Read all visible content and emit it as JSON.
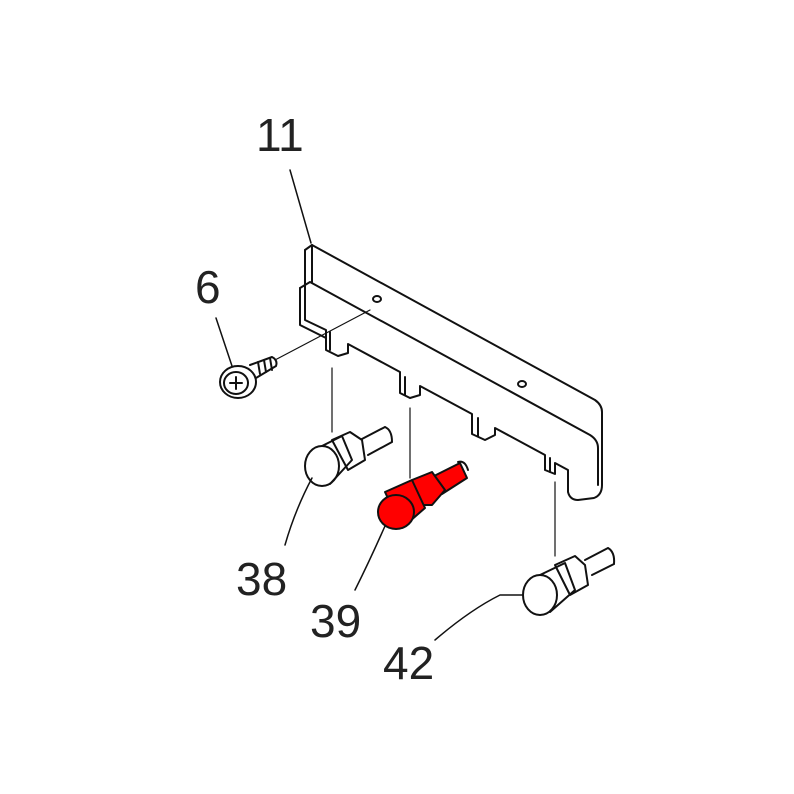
{
  "labels": {
    "p11": "11",
    "p6": "6",
    "p38": "38",
    "p39": "39",
    "p42": "42"
  },
  "colors": {
    "highlight": "#ff0000",
    "line": "#111111"
  }
}
